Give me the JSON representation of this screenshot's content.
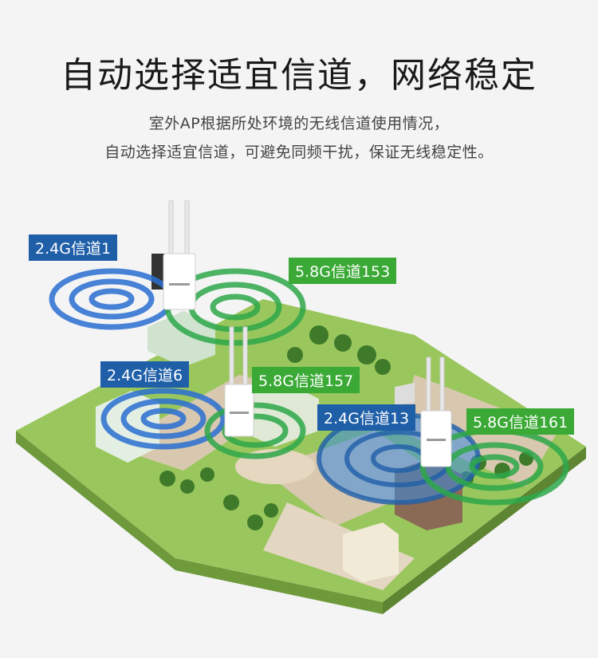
{
  "header": {
    "title": "自动选择适宜信道，网络稳定",
    "subtitle_line1": "室外AP根据所处环境的无线信道使用情况，",
    "subtitle_line2": "自动选择适宜信道，可避免同频干扰，保证无线稳定性。"
  },
  "channel_labels": {
    "ch_24g_1": "2.4G信道1",
    "ch_58g_153": "5.8G信道153",
    "ch_24g_6": "2.4G信道6",
    "ch_58g_157": "5.8G信道157",
    "ch_24g_13": "2.4G信道13",
    "ch_58g_161": "5.8G信道161"
  },
  "colors": {
    "band_24g": "#1f5fa8",
    "band_58g": "#3aa935",
    "ground": "#a8cf6e"
  }
}
